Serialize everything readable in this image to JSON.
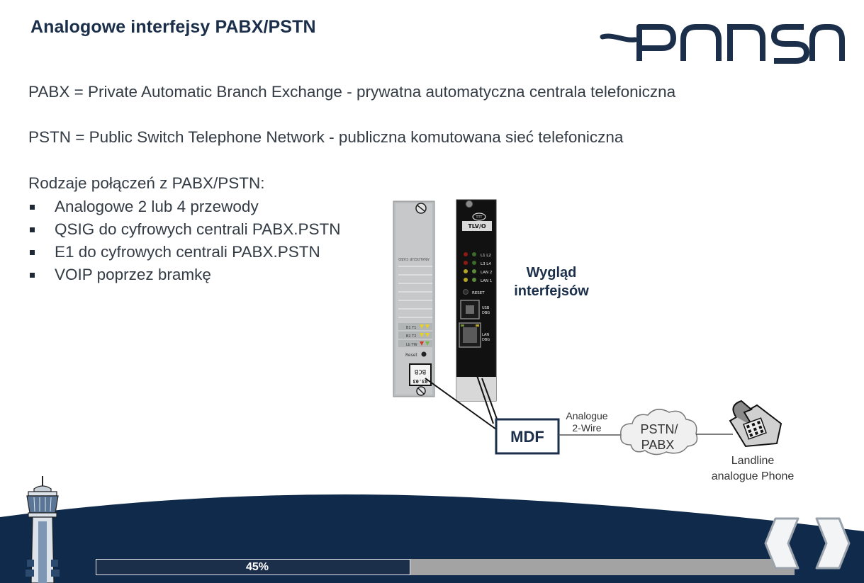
{
  "slide": {
    "title": "Analogowe interfejsy PABX/PSTN",
    "logo_text": "PANSA",
    "def_pabx": "PABX = Private Automatic Branch Exchange - prywatna automatyczna centrala telefoniczna",
    "def_pstn": "PSTN = Public Switch Telephone Network - publiczna komutowana sieć telefoniczna",
    "types_heading": "Rodzaje połączeń z PABX/PSTN:",
    "types": [
      "Analogowe 2 lub 4 przewody",
      "QSIG do cyfrowych centrali PABX.PSTN",
      "E1 do cyfrowych centrali PABX.PSTN",
      "VOIP poprzez bramkę"
    ],
    "caption_line1": "Wygląd",
    "caption_line2": "interfejsów"
  },
  "diagram": {
    "card_left_label": "BCB",
    "card_left_sub": "03.03",
    "card_left_reset": "Reset",
    "card_left_rows": [
      "B1 T1",
      "B2 T2",
      "Lb TW"
    ],
    "card_right_brand": "TTT",
    "card_right_model": "TLV/O",
    "leds": [
      "L1 L2",
      "L3 L4",
      "LAN 2",
      "LAN 1"
    ],
    "reset_label": "RESET",
    "usb_label_1": "USB",
    "usb_label_2": "DBG",
    "lan_label_1": "LAN",
    "lan_label_2": "DBG",
    "mdf_label": "MDF",
    "wire_label_1": "Analogue",
    "wire_label_2": "2-Wire",
    "cloud_label_1": "PSTN/",
    "cloud_label_2": "PABX",
    "phone_label_1": "Landline",
    "phone_label_2": "analogue Phone"
  },
  "progress": {
    "value": 0.45,
    "label": "45%"
  },
  "colors": {
    "navy": "#1b2f4a",
    "footer_dark": "#0f2a4a",
    "text": "#333b44",
    "progress_track": "#a3a3a3"
  },
  "nav": {
    "prev_icon": "chevron-left-icon",
    "next_icon": "chevron-right-icon"
  }
}
